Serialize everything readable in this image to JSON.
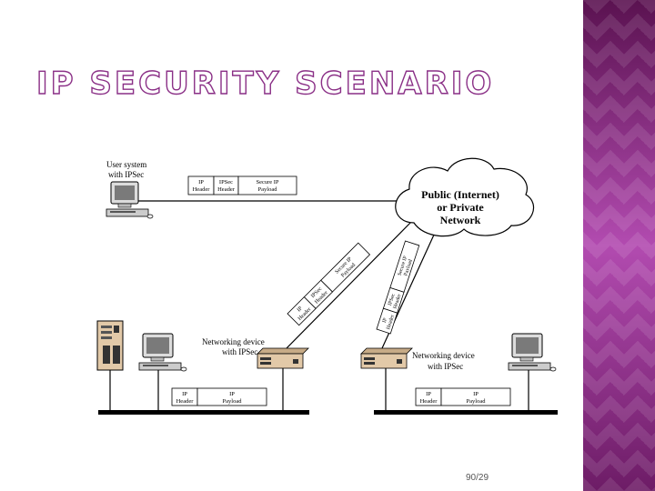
{
  "slide": {
    "title": "IP SECURITY SCENARIO",
    "page_number": "90/29"
  },
  "diagram": {
    "user_system_label": [
      "User system",
      "with IPSec"
    ],
    "network_label": [
      "Public (Internet)",
      "or Private",
      "Network"
    ],
    "device_left_label": [
      "Networking device",
      "with IPSec"
    ],
    "device_right_label": [
      "Networking device",
      "with IPSec"
    ],
    "packet_top": {
      "ip_header": [
        "IP",
        "Header"
      ],
      "ipsec_header": [
        "IPSec",
        "Header"
      ],
      "payload": [
        "Secure IP",
        "Payload"
      ]
    },
    "packet_diag_left": {
      "ip_header": [
        "IP",
        "Header"
      ],
      "ipsec_header": [
        "IPSec",
        "Header"
      ],
      "payload": [
        "Secure IP",
        "Payload"
      ]
    },
    "packet_diag_right": {
      "ip_header": [
        "IP",
        "Header"
      ],
      "ipsec_header": [
        "IPSec",
        "Header"
      ],
      "payload": [
        "Secure IP",
        "Payload"
      ]
    },
    "packet_lan_left": {
      "ip_header": [
        "IP",
        "Header"
      ],
      "payload": [
        "IP",
        "Payload"
      ]
    },
    "packet_lan_right": {
      "ip_header": [
        "IP",
        "Header"
      ],
      "payload": [
        "IP",
        "Payload"
      ]
    }
  },
  "colors": {
    "accent": "#8a2f86",
    "device": "#e2c9a8"
  }
}
